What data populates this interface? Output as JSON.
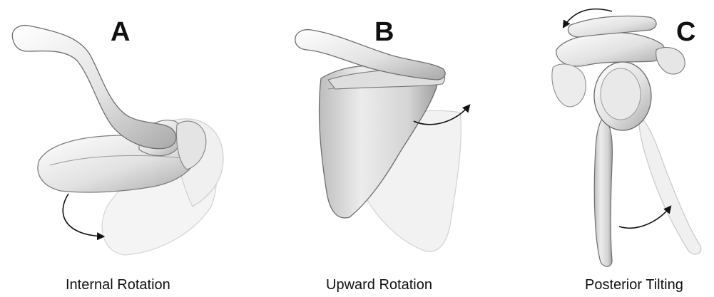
{
  "panels": [
    {
      "letter": "A",
      "caption": "Internal Rotation"
    },
    {
      "letter": "B",
      "caption": "Upward Rotation"
    },
    {
      "letter": "C",
      "caption": "Posterior Tilting"
    }
  ],
  "colors": {
    "bone": "#eeeeee",
    "bone_shadow": "#9a9a9a",
    "bone_ghost": "#f2f2f2",
    "arrow": "#111111",
    "text": "#111111"
  }
}
